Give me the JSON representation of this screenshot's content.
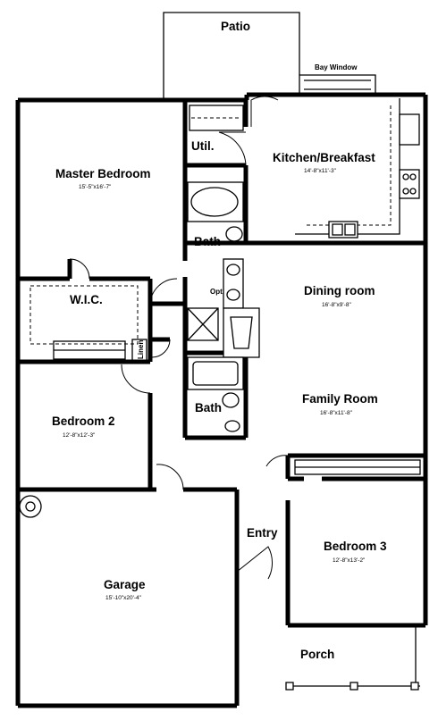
{
  "labels": {
    "patio": "Patio",
    "bay_window": "Bay Window",
    "utility": "Util.",
    "kitchen": "Kitchen/Breakfast",
    "kitchen_dim": "14'-8\"x11'-3\"",
    "master_bedroom": "Master Bedroom",
    "master_bedroom_dim": "15'-5\"x16'-7\"",
    "bath_upper": "Bath",
    "opt": "Opt.",
    "wic": "W.I.C.",
    "linen": "Linen",
    "dining_room": "Dining room",
    "dining_room_dim": "16'-8\"x9'-8\"",
    "family_room": "Family Room",
    "family_room_dim": "16'-8\"x11'-8\"",
    "bedroom2": "Bedroom 2",
    "bedroom2_dim": "12'-8\"x12'-3\"",
    "bath_lower": "Bath",
    "entry": "Entry",
    "bedroom3": "Bedroom 3",
    "bedroom3_dim": "12'-8\"x13'-2\"",
    "garage": "Garage",
    "garage_dim": "15'-10\"x20'-4\"",
    "porch": "Porch"
  }
}
